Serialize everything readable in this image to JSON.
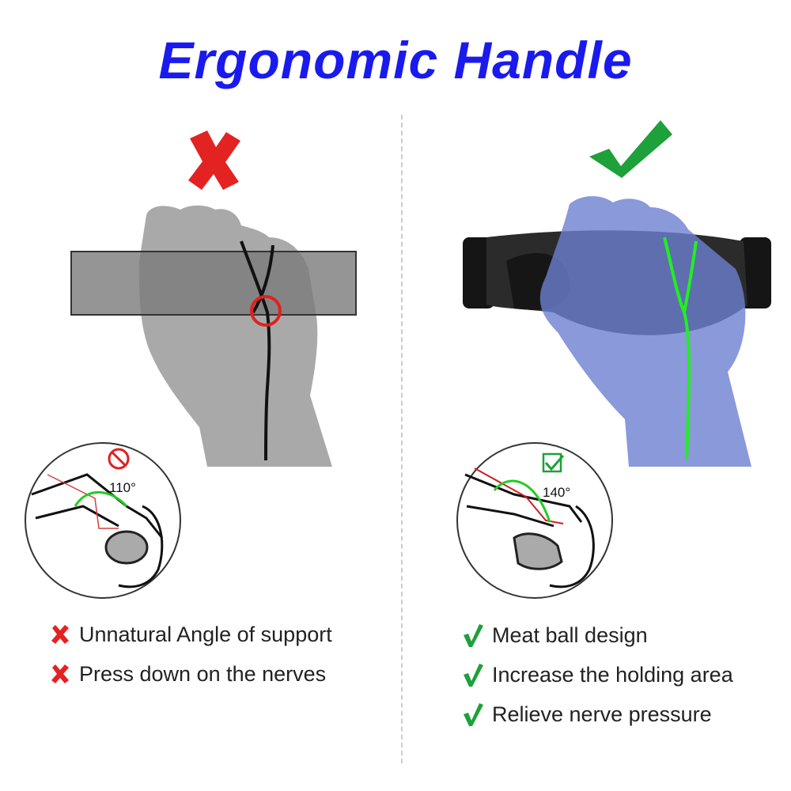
{
  "title": "Ergonomic Handle",
  "left": {
    "verdict_icon": "cross-icon",
    "angle_label": "110°",
    "points": [
      {
        "icon": "cross-icon",
        "text": "Unnatural Angle of support"
      },
      {
        "icon": "cross-icon",
        "text": "Press down on the nerves"
      }
    ]
  },
  "right": {
    "verdict_icon": "check-icon",
    "angle_label": "140°",
    "points": [
      {
        "icon": "check-icon",
        "text": "Meat ball design"
      },
      {
        "icon": "check-icon",
        "text": "Increase the holding area"
      },
      {
        "icon": "check-icon",
        "text": "Relieve nerve pressure"
      }
    ]
  },
  "colors": {
    "title": "#1a1aee",
    "cross": "#e32222",
    "check": "#1ea03a",
    "nerve_good": "#22ee22",
    "hand_bad": "#a9a9a9",
    "hand_good": "#6b7fd0"
  }
}
